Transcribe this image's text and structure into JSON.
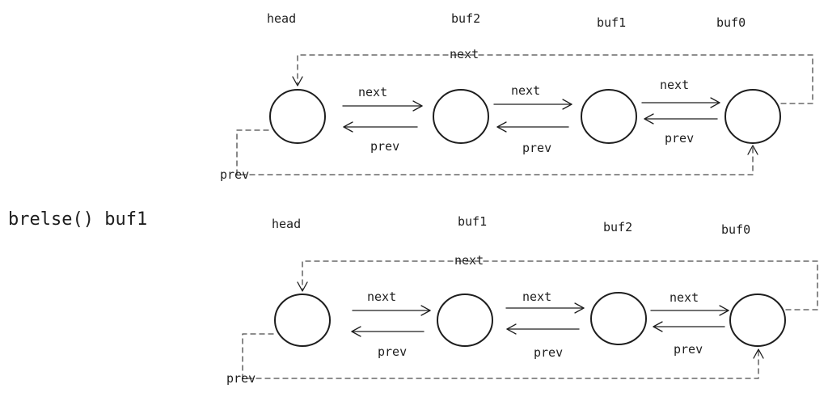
{
  "operation": {
    "label": "brelse() buf1"
  },
  "before": {
    "nodes": [
      {
        "id": "head",
        "label": "head"
      },
      {
        "id": "buf2",
        "label": "buf2"
      },
      {
        "id": "buf1",
        "label": "buf1"
      },
      {
        "id": "buf0",
        "label": "buf0"
      }
    ],
    "edges": [
      {
        "label": "next",
        "from": "head",
        "to": "buf2"
      },
      {
        "label": "prev",
        "from": "buf2",
        "to": "head"
      },
      {
        "label": "next",
        "from": "buf2",
        "to": "buf1"
      },
      {
        "label": "prev",
        "from": "buf1",
        "to": "buf2"
      },
      {
        "label": "next",
        "from": "buf1",
        "to": "buf0"
      },
      {
        "label": "prev",
        "from": "buf0",
        "to": "buf1"
      }
    ],
    "wrap_edges": [
      {
        "label": "next",
        "from": "buf0",
        "to": "head",
        "style": "dashed"
      },
      {
        "label": "prev",
        "from": "head",
        "to": "buf0",
        "style": "dashed"
      }
    ]
  },
  "after": {
    "nodes": [
      {
        "id": "head",
        "label": "head"
      },
      {
        "id": "buf1",
        "label": "buf1"
      },
      {
        "id": "buf2",
        "label": "buf2"
      },
      {
        "id": "buf0",
        "label": "buf0"
      }
    ],
    "edges": [
      {
        "label": "next",
        "from": "head",
        "to": "buf1"
      },
      {
        "label": "prev",
        "from": "buf1",
        "to": "head"
      },
      {
        "label": "next",
        "from": "buf1",
        "to": "buf2"
      },
      {
        "label": "prev",
        "from": "buf2",
        "to": "buf1"
      },
      {
        "label": "next",
        "from": "buf2",
        "to": "buf0"
      },
      {
        "label": "prev",
        "from": "buf0",
        "to": "buf2"
      }
    ],
    "wrap_edges": [
      {
        "label": "next",
        "from": "buf0",
        "to": "head",
        "style": "dashed"
      },
      {
        "label": "prev",
        "from": "head",
        "to": "buf0",
        "style": "dashed"
      }
    ]
  }
}
